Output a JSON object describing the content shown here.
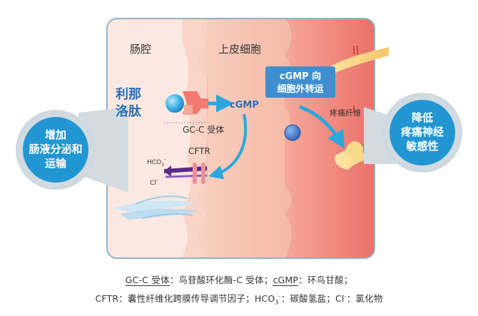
{
  "labels": {
    "lumen": "肠腔",
    "epithelium": "上皮细胞",
    "drug_line1": "利那",
    "drug_line2": "洛肽",
    "cgmp": "cGMP",
    "receptor": "GC-C 受体",
    "cftr": "CFTR",
    "hco3": "HCO",
    "hco3_sub": "3",
    "hco3_sup": "-",
    "cl": "Cl",
    "cl_sup": "-",
    "pain_fiber": "疼痛纤维",
    "transport_line1": "cGMP 向",
    "transport_line2": "细胞外转运"
  },
  "callouts": {
    "left_line1": "增加",
    "left_line2": "肠液分泌和",
    "left_line3": "运输",
    "right_line1": "降低",
    "right_line2": "疼痛神经",
    "right_line3": "敏感性"
  },
  "legend": {
    "line1_a": "GC-C 受体",
    "line1_b": "：鸟苷酸环化酶-C 受体；",
    "line1_c": "cGMP",
    "line1_d": "：环鸟甘酸；",
    "line2_a": "CFTR：囊性纤维化跨膜传导调节因子；",
    "line2_b": "HCO",
    "line2_b_sub": "3",
    "line2_b_sup": "-",
    "line2_c": "：碳酸氢盐；",
    "line2_d": "Cl",
    "line2_d_sup": "-",
    "line2_e": "：氯化物"
  },
  "colors": {
    "panel_border": "#8fb3c9",
    "lumen_bg": "#fbe8e0",
    "cell_bg": "#f7c4b3",
    "cell_border": "#e8a896",
    "tissue_bg": "#f08a80",
    "blue_accent": "#2aa6dc",
    "callout_blue": "#2196d3",
    "transport_box": "#3f8fcf",
    "purple_arrow": "#5a2a8a",
    "text_blue": "#2b6fb6"
  }
}
